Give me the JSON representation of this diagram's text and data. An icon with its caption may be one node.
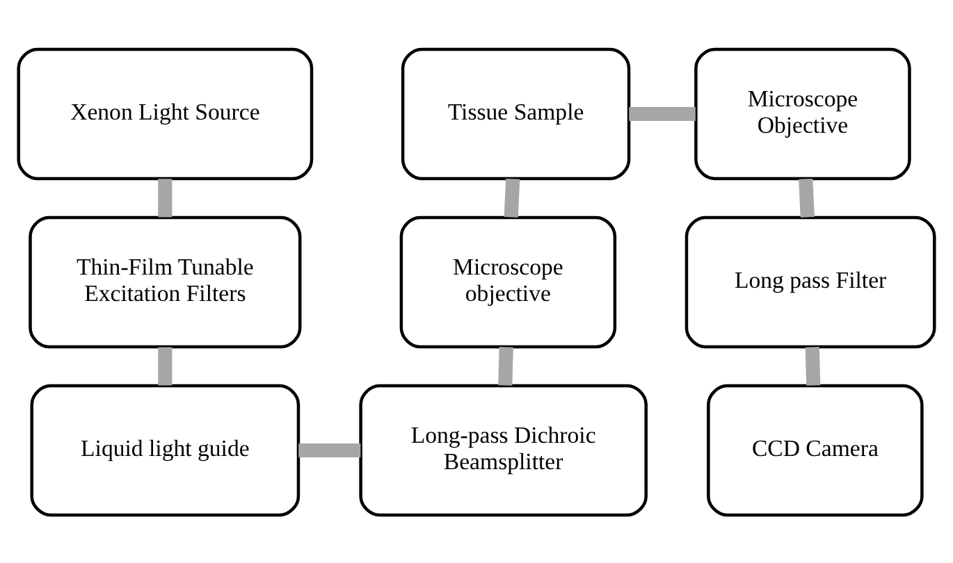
{
  "diagram": {
    "nodes": [
      {
        "text": [
          "Xenon Light Source"
        ]
      },
      {
        "text": [
          "Thin-Film Tunable Excitation Filters"
        ]
      },
      {
        "text": [
          "Liquid light guide"
        ]
      },
      {
        "text": [
          "Tissue Sample"
        ]
      },
      {
        "text": [
          "Microscope objective"
        ]
      },
      {
        "text": [
          "Long-pass Dichroic Beamsplitter"
        ]
      },
      {
        "text": [
          "Microscope Objective"
        ]
      },
      {
        "text": [
          "Long pass Filter"
        ]
      },
      {
        "text": [
          "CCD Camera"
        ]
      }
    ],
    "edges": [
      {
        "from": 0,
        "to": 1,
        "arrow": "none"
      },
      {
        "from": 1,
        "to": 2,
        "arrow": "none"
      },
      {
        "from": 2,
        "to": 5,
        "arrow": "none"
      },
      {
        "from": 4,
        "to": 5,
        "arrow": "none"
      },
      {
        "from": 3,
        "to": 4,
        "arrow": "none"
      },
      {
        "from": 3,
        "to": 6,
        "arrow": "none"
      },
      {
        "from": 6,
        "to": 7,
        "arrow": "none"
      },
      {
        "from": 7,
        "to": 8,
        "arrow": "none"
      }
    ]
  }
}
